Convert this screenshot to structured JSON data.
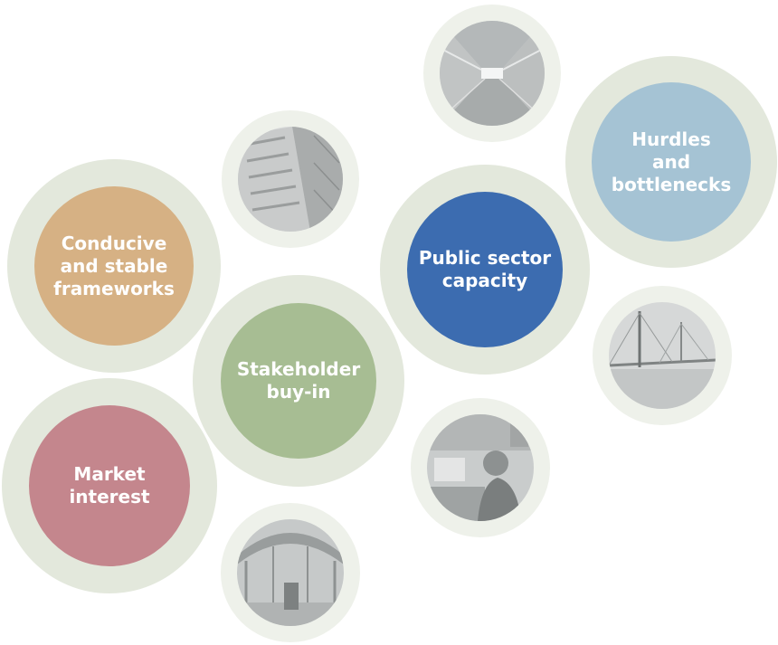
{
  "bubbles": {
    "conducive": {
      "label": [
        "Conducive",
        "and stable",
        "frameworks"
      ],
      "color": "#d6b184"
    },
    "market": {
      "label": [
        "Market",
        "interest"
      ],
      "color": "#c4868d"
    },
    "stakeholder": {
      "label": [
        "Stakeholder",
        "buy-in"
      ],
      "color": "#a7bd93"
    },
    "public_sector": {
      "label": [
        "Public sector",
        "capacity"
      ],
      "color": "#3c6cb0"
    },
    "hurdles": {
      "label": [
        "Hurdles",
        "and",
        "bottlenecks"
      ],
      "color": "#a5c3d4"
    }
  },
  "photos": [
    {
      "name": "tunnel-photo"
    },
    {
      "name": "building-sign-photo"
    },
    {
      "name": "bridge-photo"
    },
    {
      "name": "office-worker-photo"
    },
    {
      "name": "train-station-photo"
    }
  ]
}
